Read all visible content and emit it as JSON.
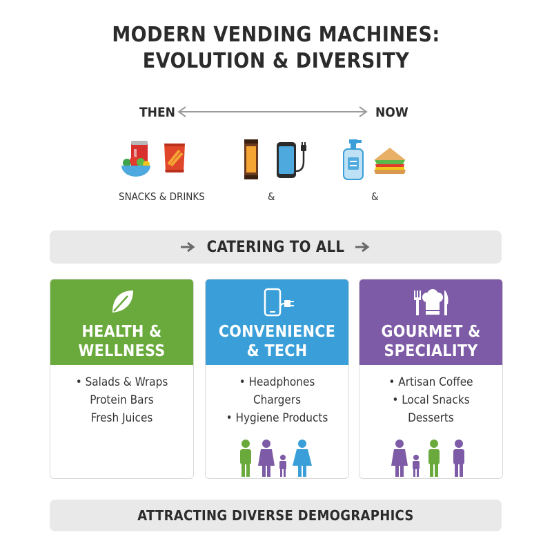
{
  "title": {
    "line1": "MODERN VENDING MACHINES:",
    "line2": "EVOLUTION & DIVERSITY"
  },
  "timeline": {
    "then": "THEN",
    "now": "NOW"
  },
  "groups": [
    {
      "caption": "SNACKS & DRINKS",
      "icons": [
        "soda-can-icon",
        "salad-bowl-icon",
        "chip-bag-icon"
      ]
    },
    {
      "caption": "&",
      "icons": [
        "protein-bar-icon",
        "phone-charger-icon"
      ]
    },
    {
      "caption": "&",
      "icons": [
        "hand-sanitizer-icon",
        "sandwich-icon"
      ]
    }
  ],
  "banner_top": "CATERING TO ALL",
  "cards": [
    {
      "title_line1": "HEALTH &",
      "title_line2": "WELLNESS",
      "color": "#6aaa3c",
      "icon": "leaf-icon",
      "items": [
        "• Salads & Wraps",
        "Protein Bars",
        "Fresh Juices"
      ]
    },
    {
      "title_line1": "CONVENIENCE",
      "title_line2": "& TECH",
      "color": "#3a9fd8",
      "icon": "phone-plug-icon",
      "items": [
        "• Headphones",
        "Chargers",
        "• Hygiene Products"
      ]
    },
    {
      "title_line1": "GOURMET &",
      "title_line2": "SPECIALITY",
      "color": "#7d5ba6",
      "icon": "fork-chef-hat-knife-icon",
      "items": [
        "• Artisan Coffee",
        "• Local Snacks",
        "Desserts"
      ]
    }
  ],
  "banner_bottom": "ATTRACTING DIVERSE DEMOGRAPHICS"
}
